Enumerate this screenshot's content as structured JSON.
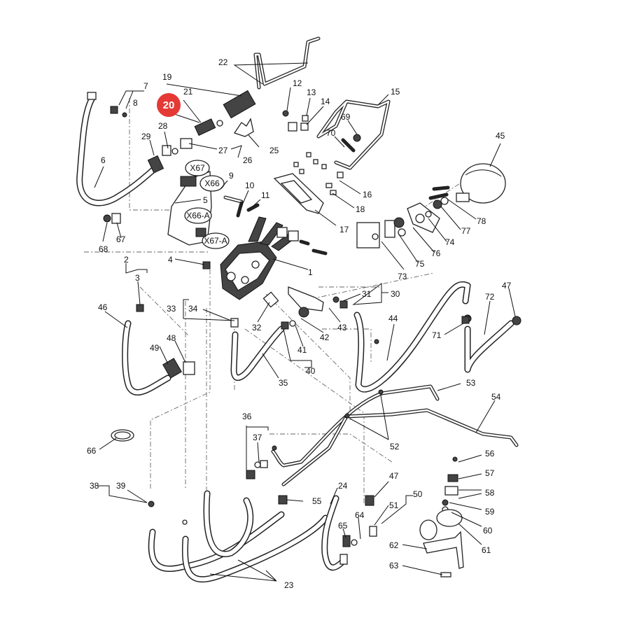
{
  "highlight": {
    "label": "20",
    "color": "#e53935"
  },
  "connector_tags": [
    "X67",
    "X66",
    "X66-A",
    "X67-A"
  ],
  "callouts": [
    "1",
    "2",
    "3",
    "4",
    "5",
    "6",
    "7",
    "8",
    "9",
    "10",
    "11",
    "12",
    "13",
    "14",
    "15",
    "16",
    "17",
    "18",
    "19",
    "21",
    "22",
    "23",
    "24",
    "25",
    "26",
    "27",
    "28",
    "29",
    "30",
    "31",
    "32",
    "33",
    "34",
    "35",
    "36",
    "37",
    "38",
    "39",
    "40",
    "41",
    "42",
    "43",
    "44",
    "45",
    "46",
    "47",
    "47",
    "48",
    "49",
    "50",
    "51",
    "52",
    "53",
    "54",
    "55",
    "56",
    "57",
    "58",
    "59",
    "60",
    "61",
    "62",
    "63",
    "64",
    "65",
    "66",
    "67",
    "68",
    "69",
    "70",
    "71",
    "72",
    "73",
    "74",
    "75",
    "76",
    "77",
    "78"
  ]
}
